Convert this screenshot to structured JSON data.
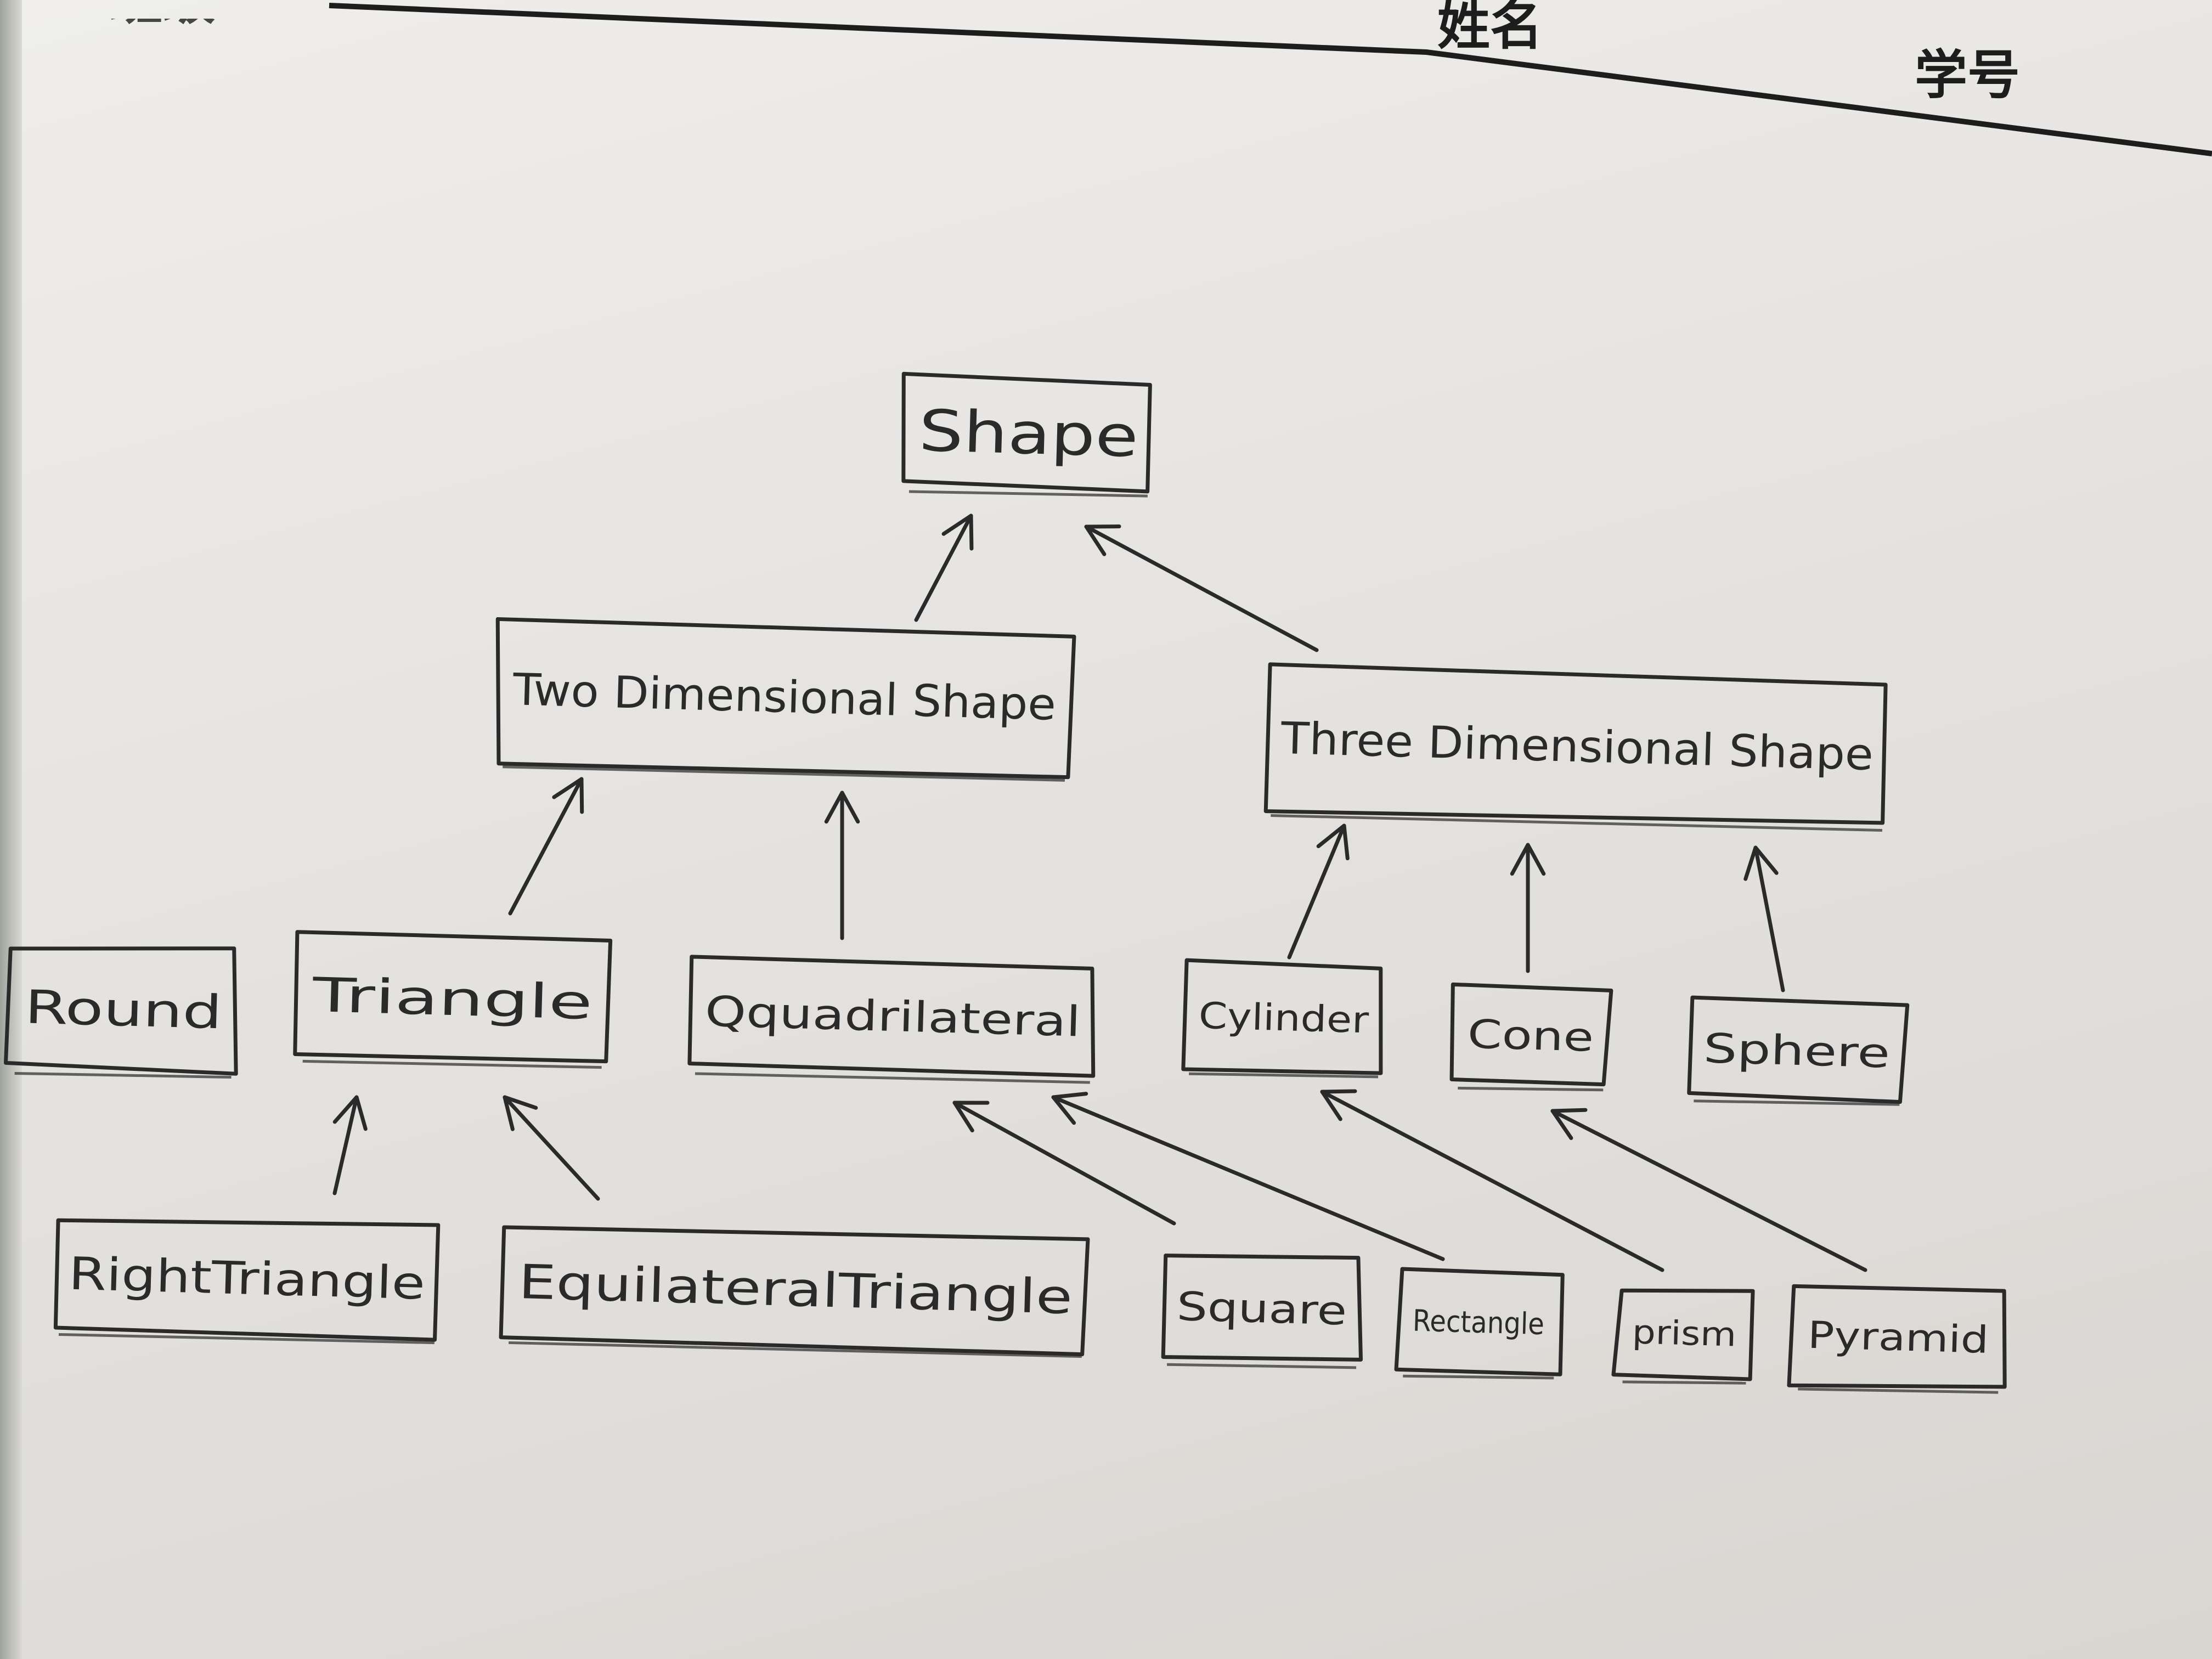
{
  "header": {
    "partial_label": "班级",
    "name_label": "姓名",
    "id_label": "学号"
  },
  "diagram": {
    "nodes": {
      "shape": "Shape",
      "two_d": "Two Dimensional Shape",
      "three_d": "Three Dimensional Shape",
      "round": "Round",
      "triangle": "Triangle",
      "quadrilateral": "Qquadrilateral",
      "cylinder": "Cylinder",
      "cone": "Cone",
      "sphere": "Sphere",
      "right_triangle": "RightTriangle",
      "equilateral_triangle": "EquilateralTriangle",
      "square": "Square",
      "rectangle": "Rectangle",
      "prism": "prism",
      "pyramid": "Pyramid"
    },
    "edges": [
      [
        "two_d",
        "shape"
      ],
      [
        "three_d",
        "shape"
      ],
      [
        "triangle",
        "two_d"
      ],
      [
        "quadrilateral",
        "two_d"
      ],
      [
        "cylinder",
        "three_d"
      ],
      [
        "cone",
        "three_d"
      ],
      [
        "sphere",
        "three_d"
      ],
      [
        "right_triangle",
        "triangle"
      ],
      [
        "equilateral_triangle",
        "triangle"
      ],
      [
        "square",
        "quadrilateral"
      ],
      [
        "rectangle",
        "quadrilateral"
      ],
      [
        "prism",
        "cylinder"
      ],
      [
        "pyramid",
        "cone"
      ]
    ],
    "ink_color": "#2a2a2a",
    "paper_color": "#e6e4e1"
  }
}
